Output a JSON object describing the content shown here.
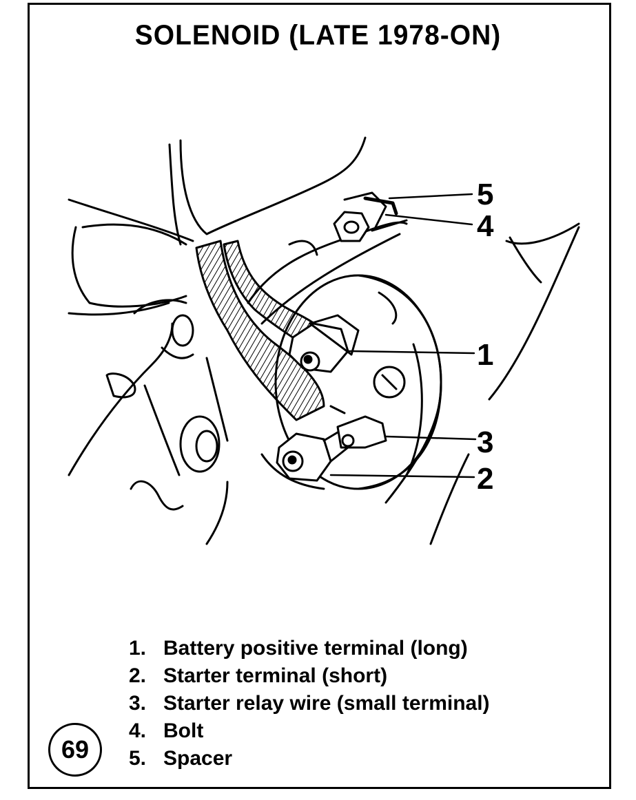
{
  "title": "SOLENOID (LATE 1978-ON)",
  "figure_number": "69",
  "callouts": [
    "1",
    "2",
    "3",
    "4",
    "5"
  ],
  "legend": [
    {
      "num": "1.",
      "text": "Battery positive terminal (long)"
    },
    {
      "num": "2.",
      "text": "Starter terminal (short)"
    },
    {
      "num": "3.",
      "text": "Starter relay wire (small terminal)"
    },
    {
      "num": "4.",
      "text": "Bolt"
    },
    {
      "num": "5.",
      "text": "Spacer"
    }
  ]
}
